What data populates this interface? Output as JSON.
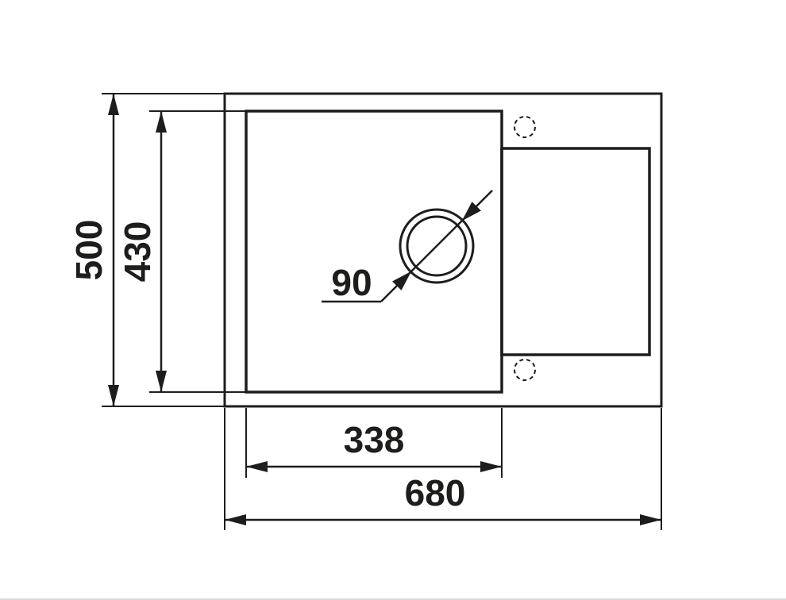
{
  "diagram": {
    "type": "technical-drawing",
    "subject": "sink-top-view-with-dimensions",
    "labels": {
      "overall_width": "680",
      "overall_depth": "500",
      "bowl_width": "338",
      "bowl_depth": "430",
      "drain_diameter": "90"
    },
    "colors": {
      "line": "#1d1d1b",
      "background": "#ffffff"
    }
  }
}
